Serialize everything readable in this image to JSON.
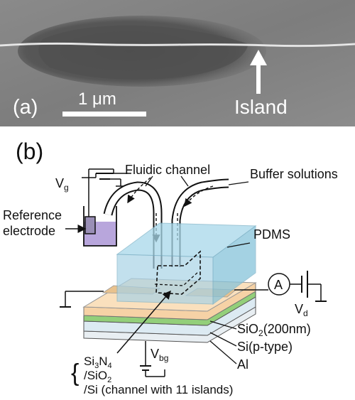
{
  "panel_a": {
    "label": "(a)",
    "scale_bar": "1 μm",
    "island_label": "Island"
  },
  "panel_b": {
    "label": "(b)",
    "vg": "V",
    "vg_sub": "g",
    "fluidic": "Fluidic channel",
    "buffer": "Buffer solutions",
    "ref_line1": "Reference",
    "ref_line2": "electrode",
    "pdms": "PDMS",
    "ammeter": "A",
    "vd": "V",
    "vd_sub": "d",
    "sio2": "SiO",
    "sio2_sub": "2",
    "sio2_rest": "(200nm)",
    "si": "Si(p-type)",
    "al": "Al",
    "vbg": "V",
    "vbg_sub": "bg",
    "stack1_a": "Si",
    "stack1_b": "3",
    "stack1_c": "N",
    "stack1_d": "4",
    "stack2_a": "/SiO",
    "stack2_b": "2",
    "stack3": "/Si (channel with 11 islands)"
  }
}
